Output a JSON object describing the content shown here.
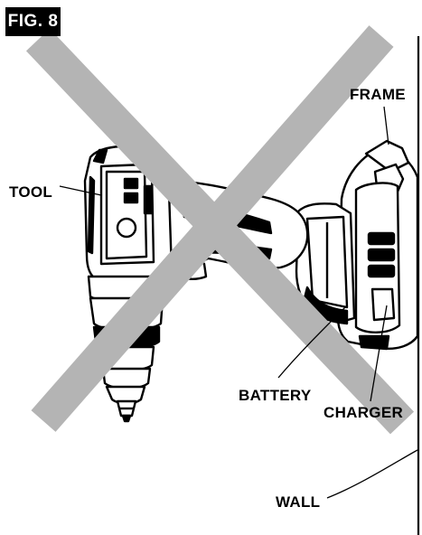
{
  "figure": {
    "tag": "FIG. 8"
  },
  "labels": {
    "frame": "FRAME",
    "tool": "TOOL",
    "battery": "BATTERY",
    "charger": "CHARGER",
    "wall": "WALL"
  },
  "colors": {
    "cross_mark": "#b4b4b4",
    "line_art": "#000000",
    "tag_background": "#000000",
    "tag_text": "#ffffff"
  },
  "icons": {
    "prohibition": "large-x-cross-mark"
  }
}
